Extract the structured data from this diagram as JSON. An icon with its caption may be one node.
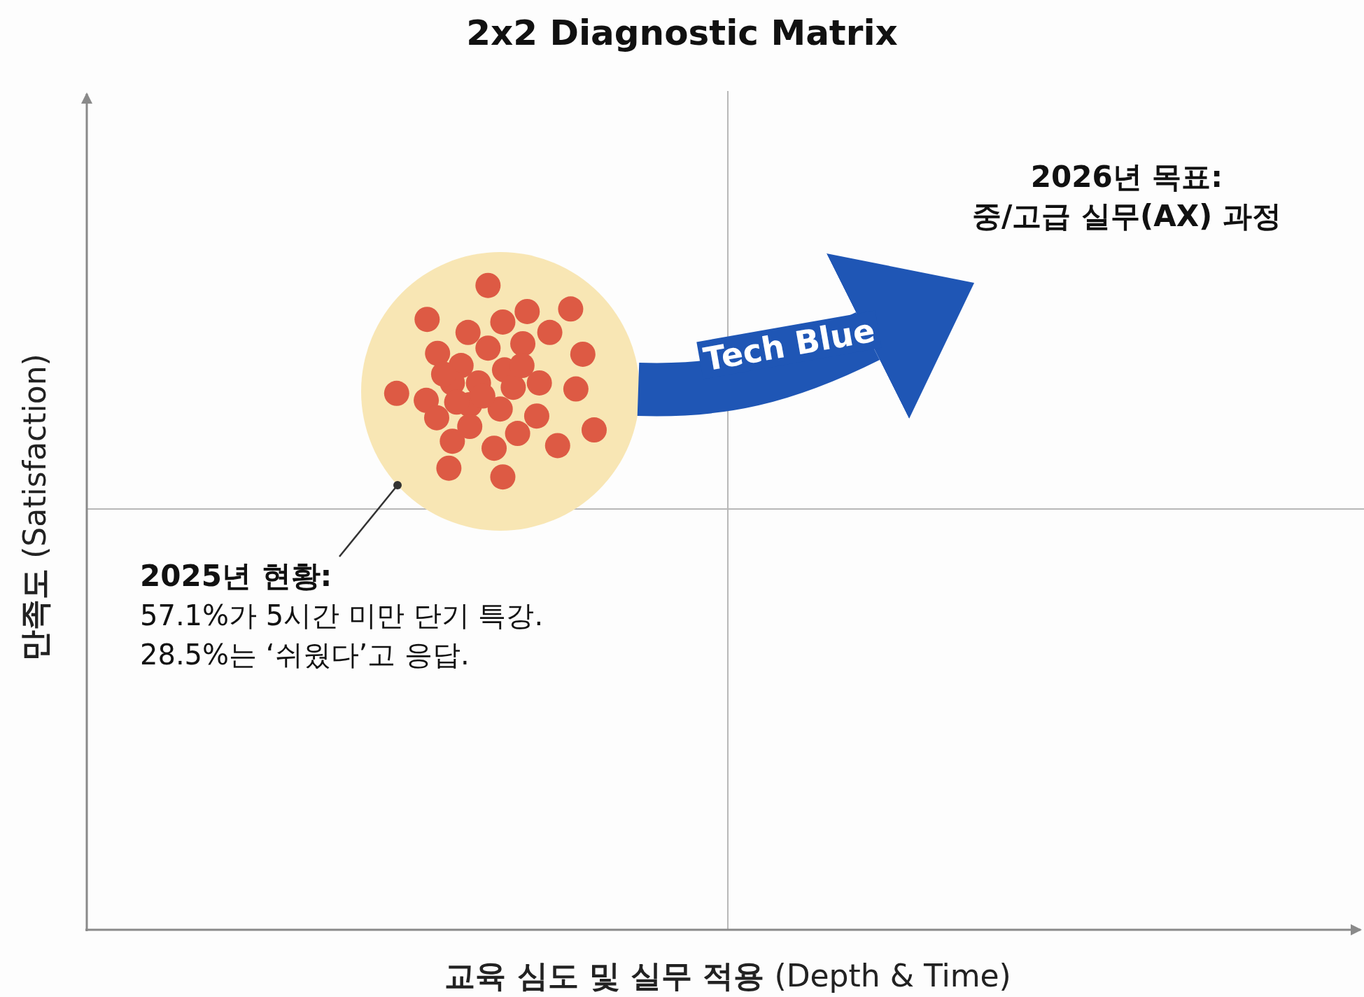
{
  "diagram": {
    "title": "2x2 Diagnostic Matrix",
    "nodes": [
      {
        "text": [],
        "shape": "circle"
      },
      {
        "text": [
          "2026년 목표:",
          "중/고급 실무(AX) 과정"
        ]
      },
      {
        "text": [
          "2025년 현황:",
          "57.1%가 5시간 미만 단기 특강. 28.5%는 ‘쉬웠다’고 응답."
        ]
      }
    ],
    "edges": [
      {
        "from": 0,
        "to": 1,
        "arrow": "to",
        "label": "Tech Blue",
        "style": "thick",
        "color": "#1f56b5"
      },
      {
        "from": 2,
        "to": 0,
        "arrow": "other",
        "color": "#333333"
      }
    ],
    "labels": [
      "**만족도** (Satisfaction)",
      "**교육 심도 및 실무 적용** (Depth & Time)"
    ]
  }
}
